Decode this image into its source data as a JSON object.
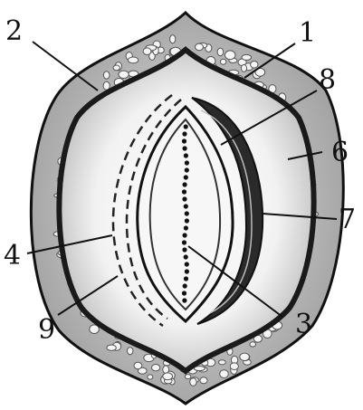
{
  "diagram": {
    "labels": {
      "l1": "1",
      "l2": "2",
      "l3": "3",
      "l4": "4",
      "l6": "6",
      "l7": "7",
      "l8": "8",
      "l9": "9"
    }
  },
  "colors": {
    "ink": "#111111",
    "stipple": "#555555",
    "paper": "#ffffff"
  }
}
